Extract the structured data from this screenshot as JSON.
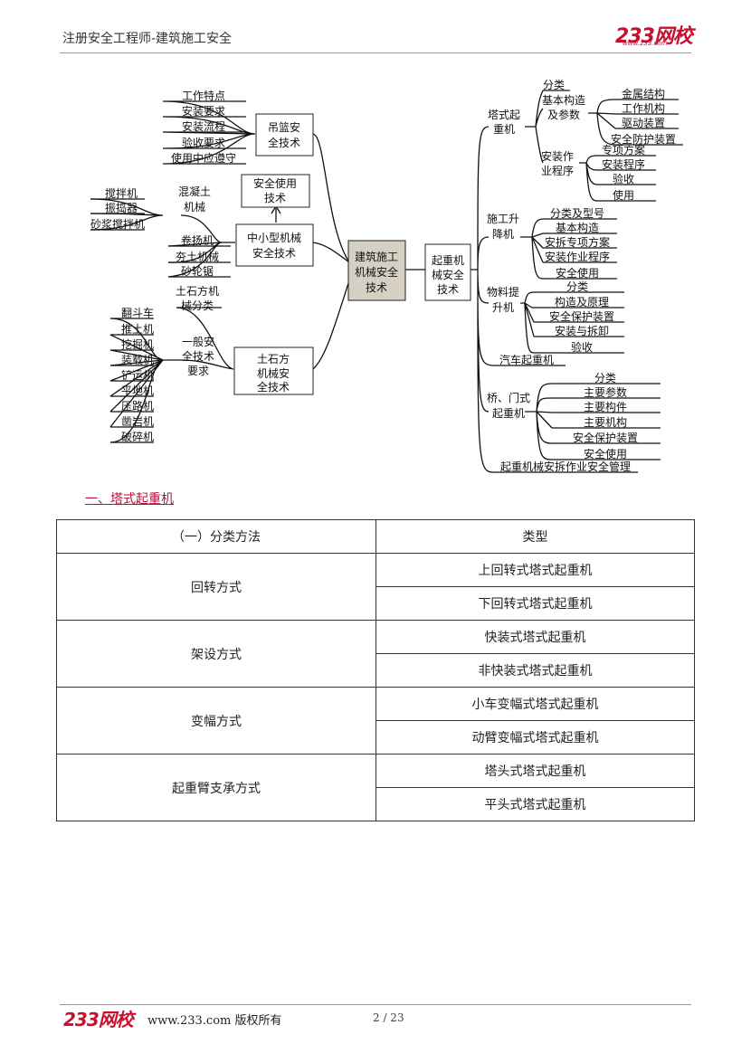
{
  "header": {
    "title": "注册安全工程师-建筑施工安全",
    "logo": "233网校",
    "logo_url": "www.233.com"
  },
  "mindmap": {
    "center": [
      "建筑施工",
      "机械安全",
      "技术"
    ],
    "hanging_basket": {
      "label": [
        "吊篮安",
        "全技术"
      ],
      "items": [
        "工作特点",
        "安装要求",
        "安装流程",
        "验收要求",
        "使用中应遵守"
      ]
    },
    "safe_use": [
      "安全使用",
      "技术"
    ],
    "small_machinery": {
      "label": [
        "中小型机械",
        "安全技术"
      ],
      "concrete": {
        "label": [
          "混凝土",
          "机械"
        ],
        "items": [
          "搅拌机",
          "振捣器",
          "砂浆搅拌机"
        ]
      },
      "items": [
        "卷扬机",
        "夯土机械",
        "砂轮锯"
      ]
    },
    "earthwork": {
      "label": [
        "土石方",
        "机械安",
        "全技术"
      ],
      "classification": [
        "土石方机",
        "械分类"
      ],
      "general": {
        "label": [
          "一般安",
          "全技术",
          "要求"
        ],
        "items": [
          "翻斗车",
          "推土机",
          "挖掘机",
          "装载机",
          "铲运机",
          "平地机",
          "压路机",
          "凿岩机",
          "破碎机"
        ]
      }
    },
    "crane": {
      "label": [
        "起重机",
        "械安全",
        "技术"
      ],
      "tower": {
        "label": [
          "塔式起",
          "重机"
        ],
        "classification": "分类",
        "structure": {
          "label": [
            "基本构造",
            "及参数"
          ],
          "items": [
            "金属结构",
            "工作机构",
            "驱动装置",
            "安全防护装置"
          ]
        },
        "procedure": {
          "label": [
            "安装作",
            "业程序"
          ],
          "items": [
            "专项方案",
            "安装程序",
            "验收",
            "使用"
          ]
        }
      },
      "construction_hoist": {
        "label": [
          "施工升",
          "降机"
        ],
        "items": [
          "分类及型号",
          "基本构造",
          "安拆专项方案",
          "安装作业程序",
          "安全使用"
        ]
      },
      "material_hoist": {
        "label": [
          "物料提",
          "升机"
        ],
        "items": [
          "分类",
          "构造及原理",
          "安全保护装置",
          "安装与拆卸",
          "验收"
        ]
      },
      "truck_crane": "汽车起重机",
      "gantry": {
        "label": [
          "桥、门式",
          "起重机"
        ],
        "items": [
          "分类",
          "主要参数",
          "主要构件",
          "主要机构",
          "安全保护装置",
          "安全使用"
        ]
      },
      "management": "起重机械安拆作业安全管理"
    }
  },
  "section": {
    "heading": "一、塔式起重机"
  },
  "table": {
    "headers": [
      "（一）分类方法",
      "类型"
    ],
    "groups": [
      {
        "method": "回转方式",
        "types": [
          "上回转式塔式起重机",
          "下回转式塔式起重机"
        ]
      },
      {
        "method": "架设方式",
        "types": [
          "快装式塔式起重机",
          "非快装式塔式起重机"
        ]
      },
      {
        "method": "变幅方式",
        "types": [
          "小车变幅式塔式起重机",
          "动臂变幅式塔式起重机"
        ]
      },
      {
        "method": "起重臂支承方式",
        "types": [
          "塔头式塔式起重机",
          "平头式塔式起重机"
        ]
      }
    ]
  },
  "footer": {
    "logo": "233网校",
    "text": "www.233.com 版权所有",
    "page": "2 / 23"
  }
}
